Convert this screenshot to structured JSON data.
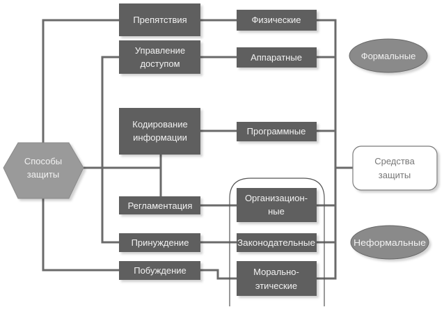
{
  "diagram": {
    "root": {
      "id": "sposoby",
      "lines": [
        "Способы",
        "защиты"
      ]
    },
    "methods": [
      {
        "id": "prepyatstviya",
        "lines": [
          "Препятствия"
        ]
      },
      {
        "id": "upravlenie",
        "lines": [
          "Управление",
          "доступом"
        ]
      },
      {
        "id": "kodirovanie",
        "lines": [
          "Кодирование",
          "информации"
        ]
      },
      {
        "id": "reglamentaciya",
        "lines": [
          "Регламентация"
        ]
      },
      {
        "id": "prinuzhdenie",
        "lines": [
          "Принуждение"
        ]
      },
      {
        "id": "pobuzhdenie",
        "lines": [
          "Побуждение"
        ]
      }
    ],
    "means": [
      {
        "id": "fizicheskie",
        "lines": [
          "Физические"
        ]
      },
      {
        "id": "apparatnye",
        "lines": [
          "Аппаратные"
        ]
      },
      {
        "id": "programmnye",
        "lines": [
          "Программные"
        ]
      },
      {
        "id": "organizacionnye",
        "lines": [
          "Организацион-",
          "ные"
        ]
      },
      {
        "id": "zakonodatelnye",
        "lines": [
          "Законодательные"
        ]
      },
      {
        "id": "moralno",
        "lines": [
          "Морально-",
          "этические"
        ]
      }
    ],
    "target": {
      "id": "sredstva",
      "lines": [
        "Средства",
        "защиты"
      ]
    },
    "categories": [
      {
        "id": "formalnye",
        "label": "Формальные"
      },
      {
        "id": "neformalnye",
        "label": "Неформальные"
      }
    ],
    "colors": {
      "box_fill": "#5f5f5f",
      "hexagon_fill": "#9a9a9a",
      "ellipse_fill": "#8a8a8a",
      "connector": "#6a6a6a",
      "target_border": "#7a7a7a"
    }
  }
}
